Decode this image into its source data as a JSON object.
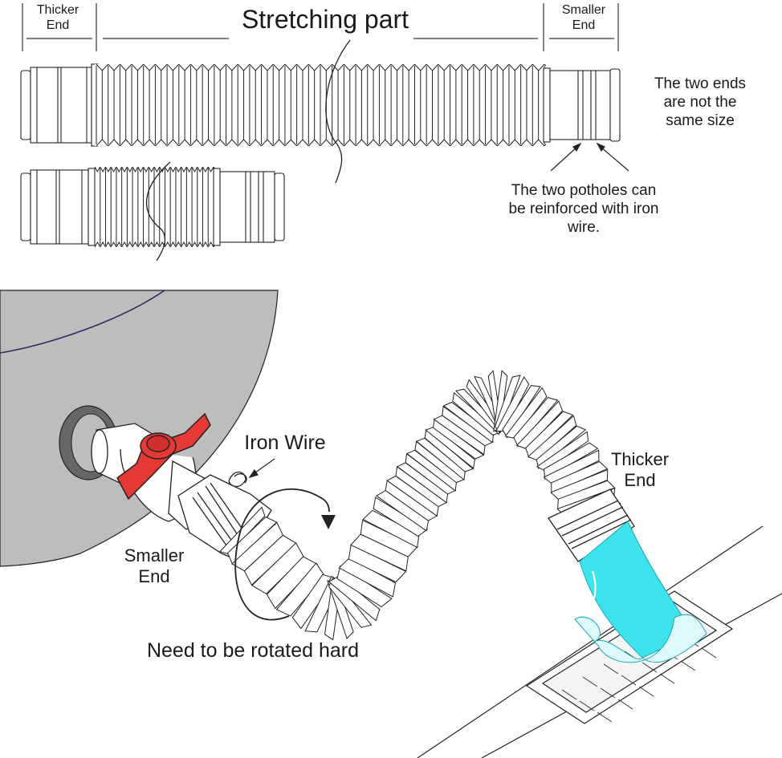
{
  "top_diagram": {
    "thicker_end": {
      "line1": "Thicker",
      "line2": "End"
    },
    "stretching_part": "Stretching part",
    "smaller_end": {
      "line1": "Smaller",
      "line2": "End"
    },
    "ends_note": {
      "line1": "The two ends",
      "line2": "are not the",
      "line3": "same size"
    },
    "potholes_note": {
      "line1": "The two potholes can",
      "line2": "be reinforced with iron",
      "line3": "wire."
    }
  },
  "bottom_diagram": {
    "iron_wire": "Iron Wire",
    "thicker_end": {
      "line1": "Thicker",
      "line2": "End"
    },
    "smaller_end": {
      "line1": "Smaller",
      "line2": "End"
    },
    "rotate_note": "Need to be rotated hard"
  },
  "colors": {
    "outline": "#1a1a1a",
    "tank_gray": "#bdbdbd",
    "valve_red": "#e53935",
    "water_cyan": "#3fe3ee",
    "tank_edge_blue": "#2b2b6a"
  }
}
